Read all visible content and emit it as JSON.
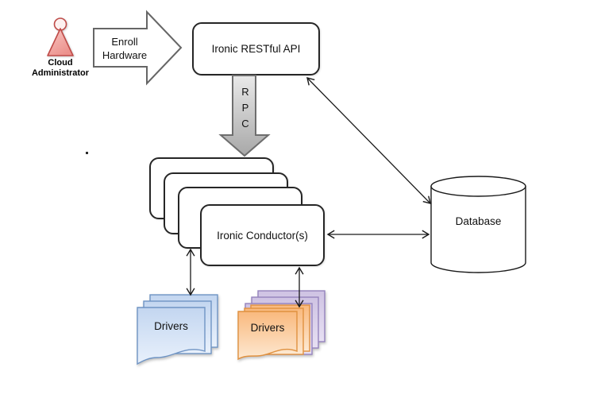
{
  "actor": {
    "label_lines": [
      "Cloud",
      "Administrator"
    ]
  },
  "enroll": {
    "label_lines": [
      "Enroll",
      "Hardware"
    ]
  },
  "api": {
    "label": "Ironic RESTful API"
  },
  "rpc": {
    "letters": [
      "R",
      "P",
      "C"
    ]
  },
  "conductors": {
    "label": "Ironic Conductor(s)",
    "stack_count": 4
  },
  "database": {
    "label": "Database"
  },
  "drivers_left": {
    "label": "Drivers"
  },
  "drivers_right": {
    "label": "Drivers"
  },
  "colors": {
    "actor_stroke": "#bf4b48",
    "actor_fill": "#f2a8a4",
    "shape_border": "#262626",
    "block_arrow_border": "#666666",
    "rpc_fill_light": "#e9e9e9",
    "rpc_fill_dark": "#a8a8a8",
    "blue_sheet_fill": "#cfe0f6",
    "blue_sheet_border": "#6f94c4",
    "orange_sheet_fill": "#fbc28e",
    "orange_sheet_border": "#e0913f",
    "purple_sheet_fill": "#d9cfe9",
    "purple_sheet_border": "#9583bd",
    "connector": "#1a1a1a"
  }
}
